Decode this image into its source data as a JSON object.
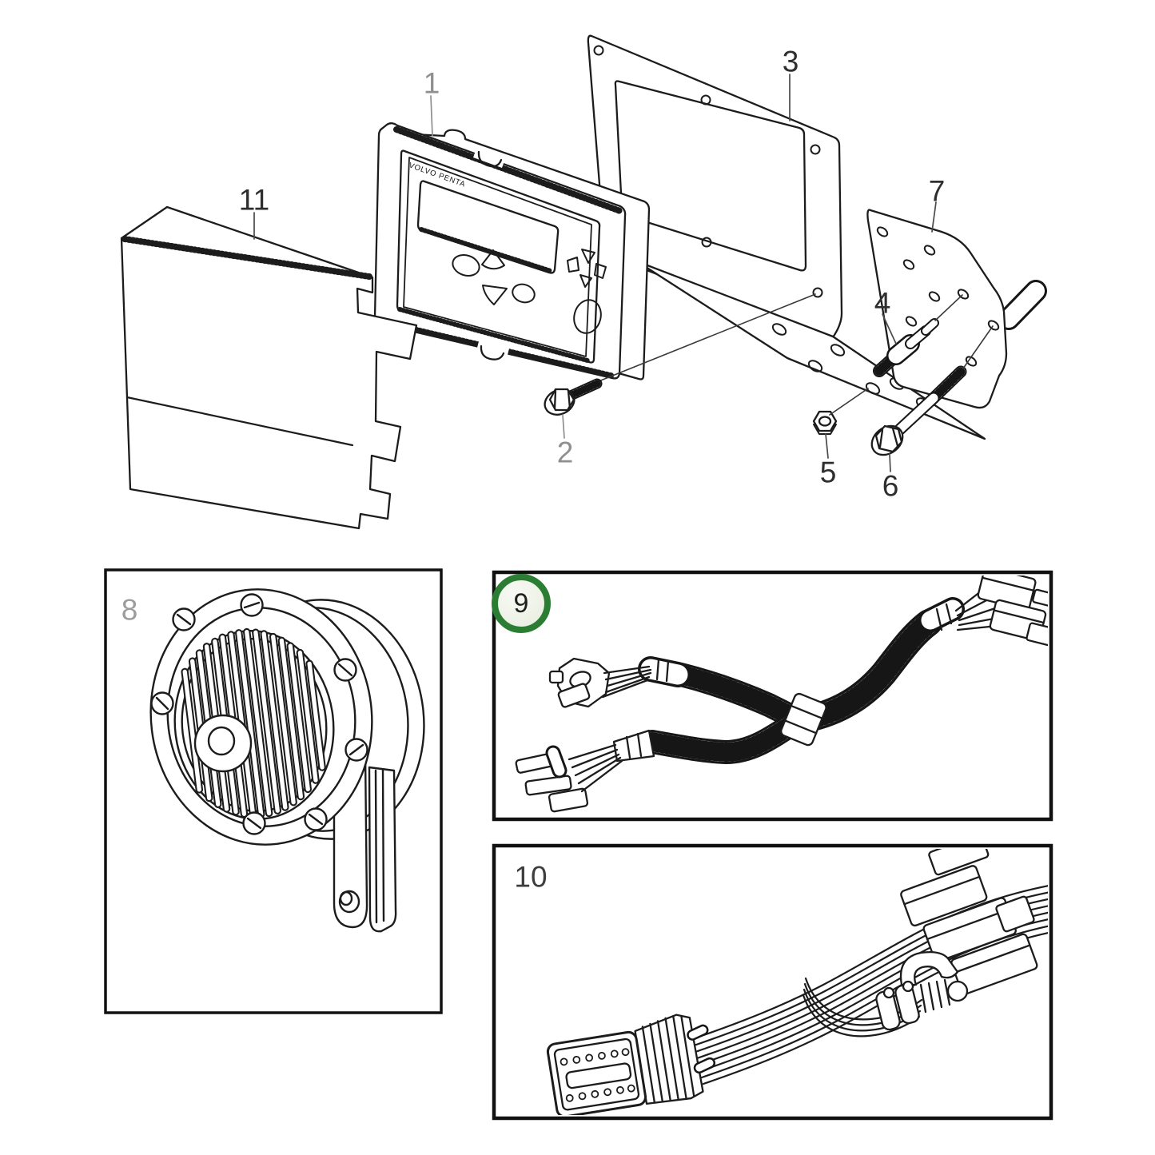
{
  "page": {
    "background": "#ffffff",
    "line_color": "#1c1c1c",
    "box_border_color": "#111111"
  },
  "diagram": {
    "brand_text": "VOLVO PENTA",
    "highlight": {
      "ring_color": "#2b7d33",
      "fill_color": "#eef1e9"
    },
    "callouts": {
      "c1": {
        "label": "1",
        "color": "#8f8f8f"
      },
      "c2": {
        "label": "2",
        "color": "#8f8f8f"
      },
      "c3": {
        "label": "3",
        "color": "#2e2e2e"
      },
      "c4": {
        "label": "4",
        "color": "#2e2e2e"
      },
      "c5": {
        "label": "5",
        "color": "#2e2e2e"
      },
      "c6": {
        "label": "6",
        "color": "#2e2e2e"
      },
      "c7": {
        "label": "7",
        "color": "#2e2e2e"
      },
      "c8": {
        "label": "8",
        "color": "#9c9c9c"
      },
      "c9": {
        "label": "9",
        "color": "#1f1f1f"
      },
      "c10": {
        "label": "10",
        "color": "#3d3d3d"
      },
      "c11": {
        "label": "11",
        "color": "#2e2e2e"
      }
    }
  }
}
